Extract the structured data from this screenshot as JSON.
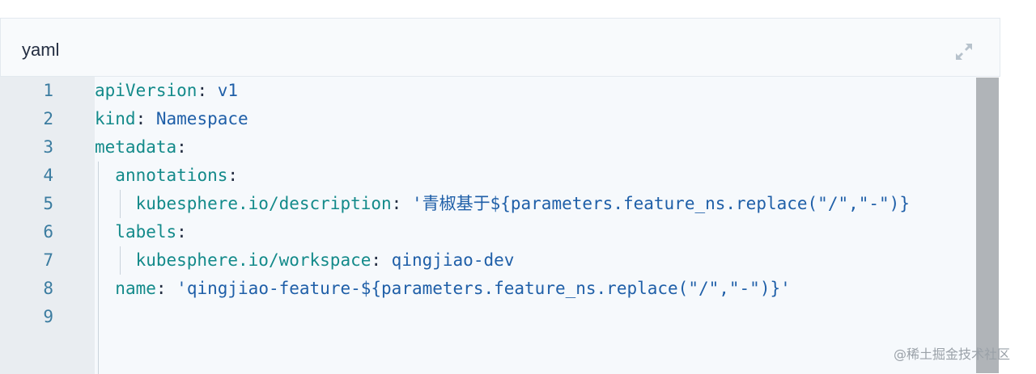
{
  "panel": {
    "title": "yaml"
  },
  "icons": {
    "expand": "expand-arrows-icon"
  },
  "editor": {
    "line_numbers": [
      "1",
      "2",
      "3",
      "4",
      "5",
      "6",
      "7",
      "8",
      "9"
    ],
    "lines": [
      {
        "indent": "",
        "key": "apiVersion",
        "sep": ": ",
        "value": "v1"
      },
      {
        "indent": "",
        "key": "kind",
        "sep": ": ",
        "value": "Namespace"
      },
      {
        "indent": "",
        "key": "metadata",
        "sep": ":",
        "value": ""
      },
      {
        "indent": "  ",
        "key": "annotations",
        "sep": ":",
        "value": ""
      },
      {
        "indent": "    ",
        "key": "kubesphere.io/description",
        "sep": ": ",
        "value": "'青椒基于${parameters.feature_ns.replace(\"/\",\"-\")}"
      },
      {
        "indent": "  ",
        "key": "labels",
        "sep": ":",
        "value": ""
      },
      {
        "indent": "    ",
        "key": "kubesphere.io/workspace",
        "sep": ": ",
        "value": "qingjiao-dev"
      },
      {
        "indent": "  ",
        "key": "name",
        "sep": ": ",
        "value": "'qingjiao-feature-${parameters.feature_ns.replace(\"/\",\"-\")}'"
      },
      {
        "indent": "",
        "key": "",
        "sep": "",
        "value": ""
      }
    ]
  },
  "watermark": "@稀土掘金技术社区",
  "colors": {
    "key": "#138a8a",
    "value": "#1f5fa8",
    "gutter_text": "#3b7ca0",
    "scrollbar": "#b0b4b8"
  }
}
